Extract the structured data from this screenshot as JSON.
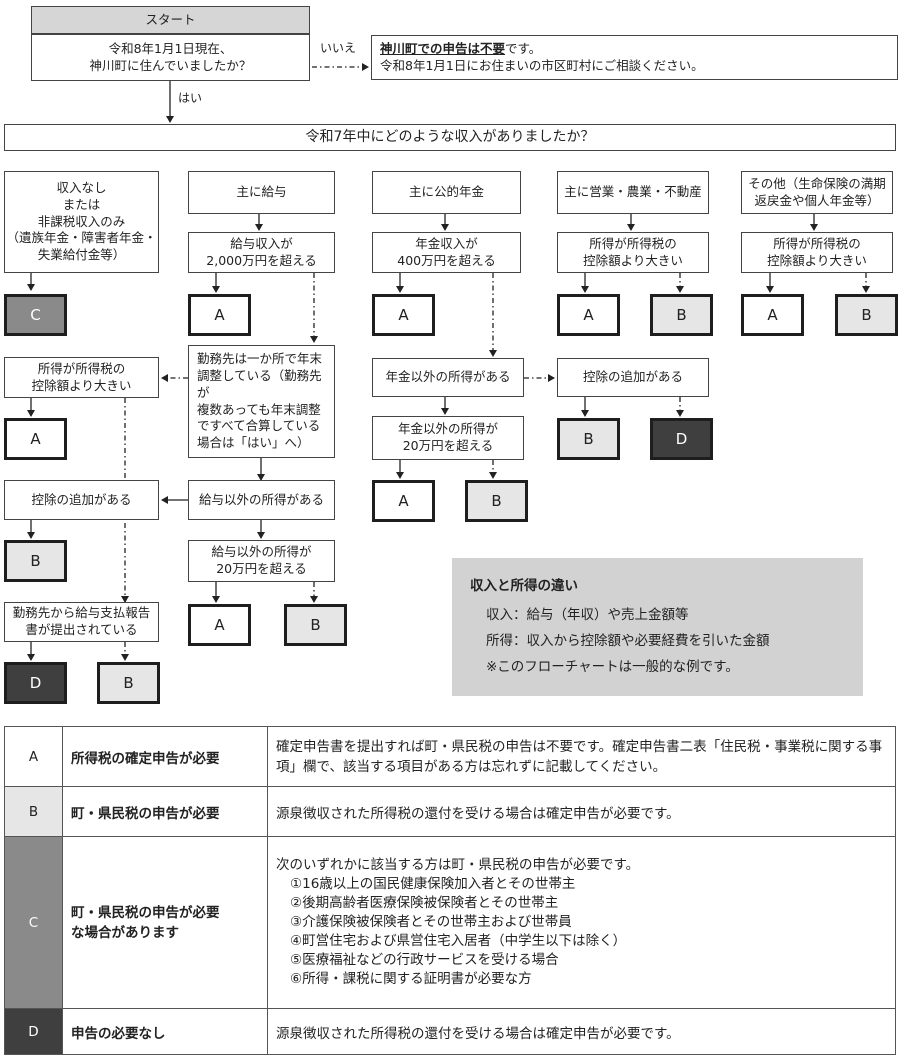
{
  "start": {
    "label": "スタート",
    "question": "令和8年1月1日現在、\n神川町に住んでいましたか？"
  },
  "no_branch": {
    "label": "いいえ",
    "text_bold": "神川町での申告は不要",
    "text_rest": "です。",
    "line2": "令和8年1月1日にお住まいの市区町村にご相談ください。"
  },
  "yes_label": "はい",
  "main_question": "令和7年中にどのような収入がありましたか？",
  "categories": {
    "none": "収入なし\nまたは\n非課税収入のみ\n（遺族年金・障害者年金・\n失業給付金等）",
    "salary": "主に給与",
    "pension": "主に公的年金",
    "business": "主に営業・農業・不動産",
    "other": "その他（生命保険の満期\n返戻金や個人年金等）"
  },
  "salary_flow": {
    "over_2000": "給与収入が\n2,000万円を超える",
    "year_end": "勤務先は一か所で年末\n調整している（勤務先が\n複数あっても年末調整\nですべて合算している\n場合は「はい」へ）",
    "income_exceeds": "所得が所得税の\n控除額より大きい",
    "deduction": "控除の追加がある",
    "other_income": "給与以外の所得がある",
    "other_over_20": "給与以外の所得が\n20万円を超える",
    "report": "勤務先から給与支払報告\n書が提出されている"
  },
  "pension_flow": {
    "over_400": "年金収入が\n400万円を超える",
    "other_income": "年金以外の所得がある",
    "deduction": "控除の追加がある",
    "other_over_20": "年金以外の所得が\n20万円を超える"
  },
  "business_flow": {
    "income_exceeds": "所得が所得税の\n控除額より大きい"
  },
  "other_flow": {
    "income_exceeds": "所得が所得税の\n控除額より大きい"
  },
  "results": {
    "a": "A",
    "b": "B",
    "c": "C",
    "d": "D"
  },
  "note": {
    "heading": "収入と所得の違い",
    "line1": "収入：給与（年収）や売上金額等",
    "line2": "所得：収入から控除額や必要経費を引いた金額",
    "line3": "※このフローチャートは一般的な例です。"
  },
  "table": {
    "A": {
      "key": "A",
      "title": "所得税の確定申告が必要",
      "desc": "確定申告書を提出すれば町・県民税の申告は不要です。確定申告書二表「住民税・事業税に関する事項」欄で、該当する項目がある方は忘れずに記載してください。"
    },
    "B": {
      "key": "B",
      "title": "町・県民税の申告が必要",
      "desc": "源泉徴収された所得税の還付を受ける場合は確定申告が必要です。"
    },
    "C": {
      "key": "C",
      "title": "町・県民税の申告が必要\nな場合があります",
      "intro": "次のいずれかに該当する方は町・県民税の申告が必要です。",
      "items": [
        "①16歳以上の国民健康保険加入者とその世帯主",
        "②後期高齢者医療保険被保険者とその世帯主",
        "③介護保険被保険者とその世帯主および世帯員",
        "④町営住宅および県営住宅入居者（中学生以下は除く）",
        "⑤医療福祉などの行政サービスを受ける場合",
        "⑥所得・課税に関する証明書が必要な方"
      ]
    },
    "D": {
      "key": "D",
      "title": "申告の必要なし",
      "desc": "源泉徴収された所得税の還付を受ける場合は確定申告が必要です。"
    }
  }
}
